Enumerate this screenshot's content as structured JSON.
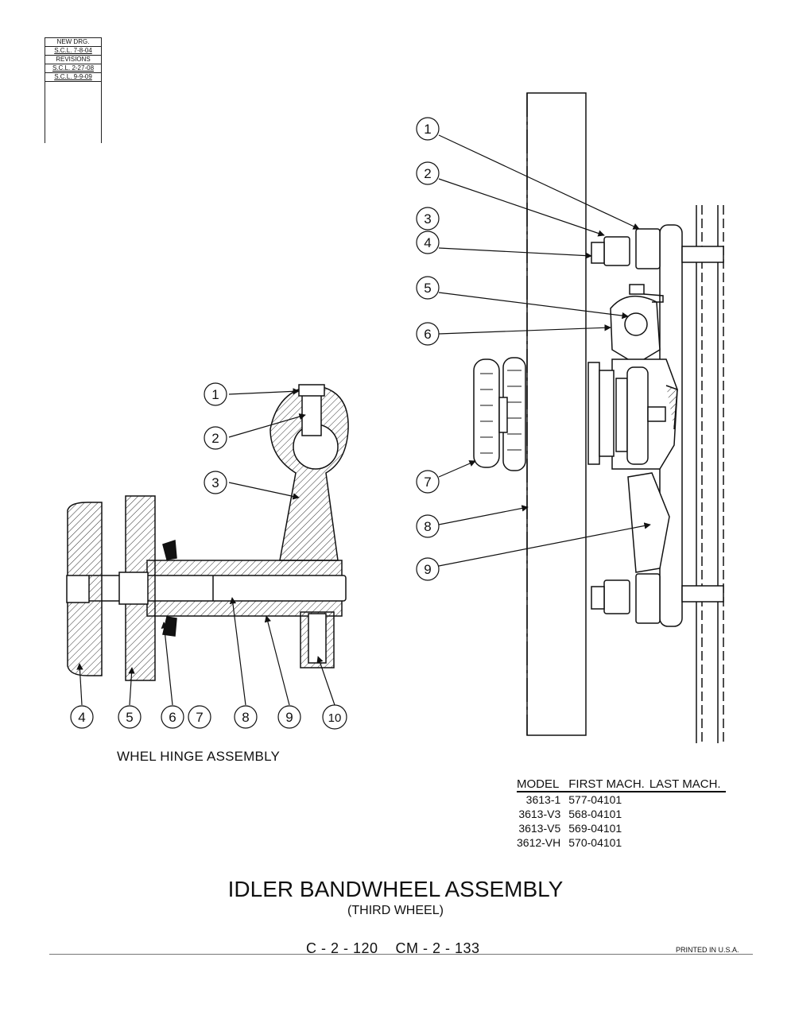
{
  "revision_block": {
    "rows": [
      "NEW DRG.",
      "S.C.L. 7-8-04",
      "REVISIONS",
      "S.C.L. 2-27-08",
      "S.C.L. 9-9-09"
    ]
  },
  "callouts_right": [
    "1",
    "2",
    "3",
    "4",
    "5",
    "6",
    "7",
    "8",
    "9"
  ],
  "callouts_left_upper": [
    "1",
    "2",
    "3"
  ],
  "callouts_left_bottom": [
    "4",
    "5",
    "6",
    "7",
    "8",
    "9",
    "10"
  ],
  "hinge_title": "WHEL HINGE ASSEMBLY",
  "models": {
    "headers": [
      "MODEL",
      "FIRST MACH.",
      "LAST MACH."
    ],
    "rows": [
      {
        "model": "3613-1",
        "first": "577-04101",
        "last": ""
      },
      {
        "model": "3613-V3",
        "first": "568-04101",
        "last": ""
      },
      {
        "model": "3613-V5",
        "first": "569-04101",
        "last": ""
      },
      {
        "model": "3612-VH",
        "first": "570-04101",
        "last": ""
      }
    ]
  },
  "title": "IDLER BANDWHEEL ASSEMBLY",
  "subtitle": "(THIRD WHEEL)",
  "drawing_numbers": "C - 2 - 120    CM - 2 - 133",
  "printed": "PRINTED IN U.S.A."
}
